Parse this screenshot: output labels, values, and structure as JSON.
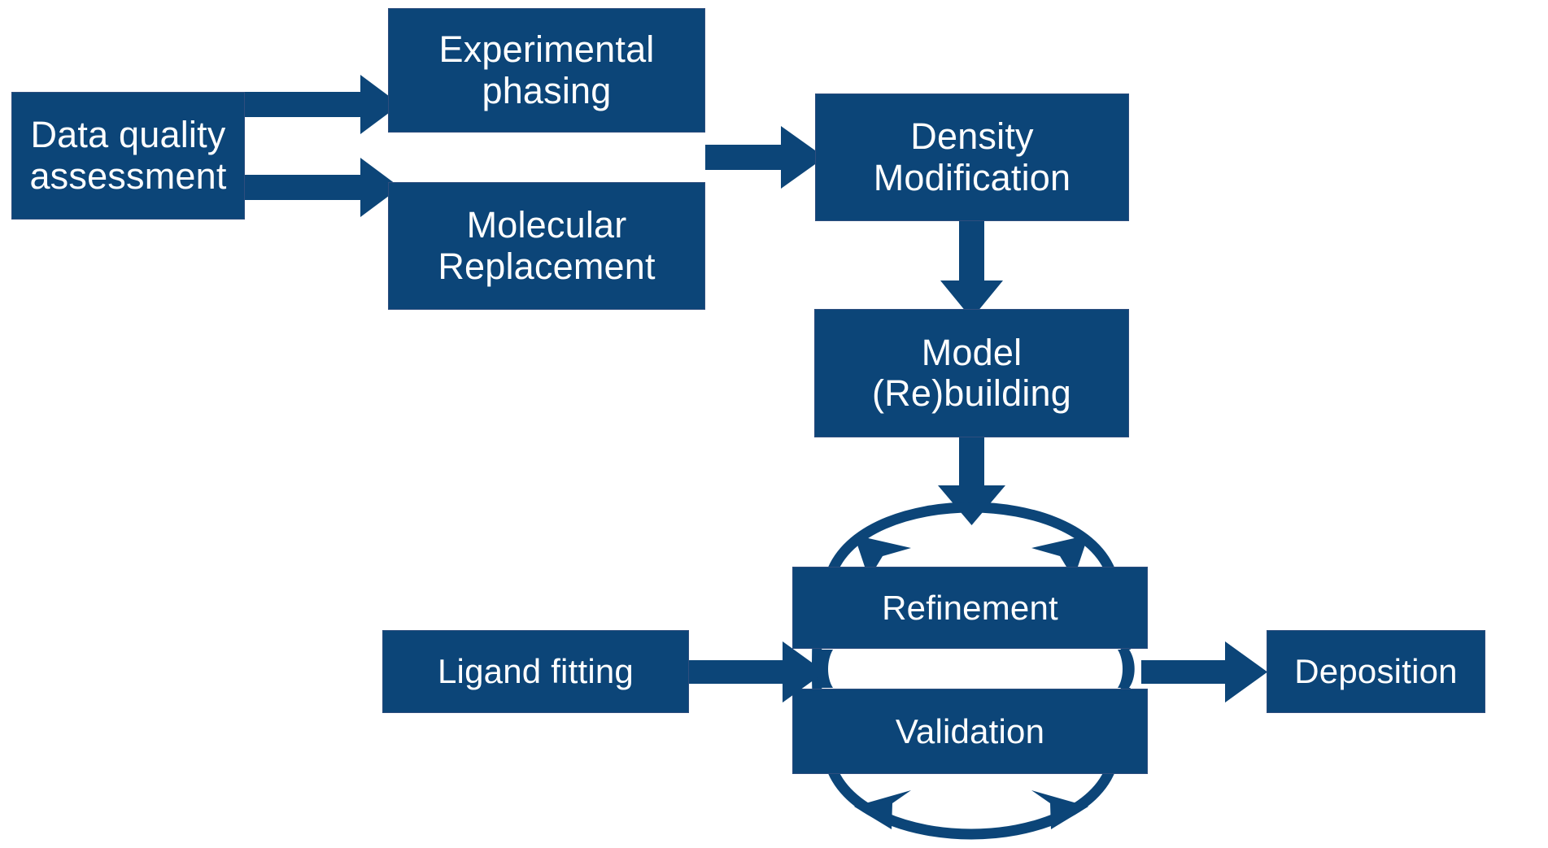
{
  "diagram": {
    "title": "Macromolecular crystallography structure determination workflow",
    "accent_color": "#0C4578",
    "border_color": "#2E4E7E",
    "background_color": "#FFFFFF",
    "text_color": "#FFFFFF"
  },
  "nodes": {
    "data_quality": {
      "label": "Data quality\nassessment"
    },
    "experimental_phasing": {
      "label": "Experimental\nphasing"
    },
    "molecular_replacement": {
      "label": "Molecular\nReplacement"
    },
    "density_modification": {
      "label": "Density\nModification"
    },
    "model_rebuilding": {
      "label": "Model\n(Re)building"
    },
    "refinement": {
      "label": "Refinement"
    },
    "validation": {
      "label": "Validation"
    },
    "ligand_fitting": {
      "label": "Ligand fitting"
    },
    "deposition": {
      "label": "Deposition"
    }
  },
  "edges": [
    {
      "id": "dq-to-exp",
      "from": "data_quality",
      "to": "experimental_phasing",
      "style": "straight-arrow",
      "direction": "right"
    },
    {
      "id": "dq-to-mr",
      "from": "data_quality",
      "to": "molecular_replacement",
      "style": "straight-arrow",
      "direction": "right"
    },
    {
      "id": "phasing-to-dm",
      "from": "experimental_phasing/molecular_replacement",
      "to": "density_modification",
      "style": "straight-arrow",
      "direction": "right"
    },
    {
      "id": "dm-to-model",
      "from": "density_modification",
      "to": "model_rebuilding",
      "style": "straight-arrow",
      "direction": "down"
    },
    {
      "id": "model-to-cycle",
      "from": "model_rebuilding",
      "to": "refinement",
      "style": "straight-arrow",
      "direction": "down"
    },
    {
      "id": "cycle-top",
      "from": "validation",
      "to": "refinement",
      "style": "curved-arc-top",
      "direction": "both"
    },
    {
      "id": "cycle-bottom",
      "from": "refinement",
      "to": "validation",
      "style": "curved-arc-bottom",
      "direction": "both"
    },
    {
      "id": "ligand-to-cycle",
      "from": "ligand_fitting",
      "to": "refinement",
      "style": "straight-arrow",
      "direction": "right"
    },
    {
      "id": "cycle-to-deposition",
      "from": "validation",
      "to": "deposition",
      "style": "straight-arrow",
      "direction": "right"
    }
  ]
}
